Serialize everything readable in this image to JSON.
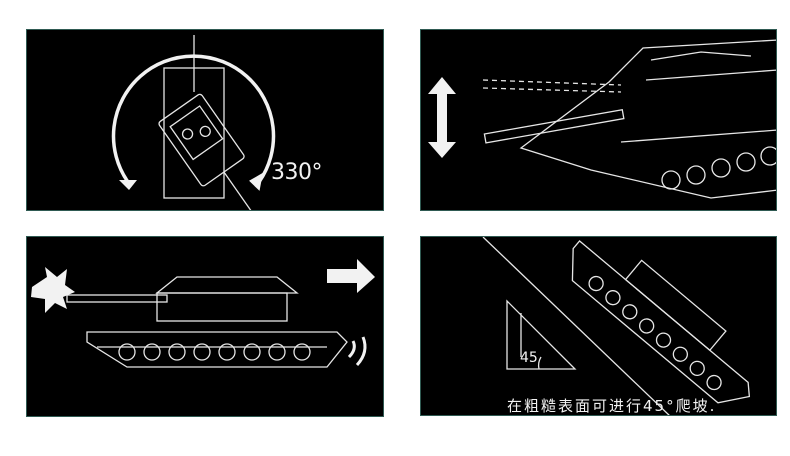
{
  "panels": {
    "rotation": {
      "angle_label": "330°"
    },
    "slope": {
      "angle_label": "45",
      "caption": "在粗糙表面可进行45°爬坡."
    }
  },
  "colors": {
    "background": "#000000",
    "line": "#e6e6e6",
    "border": "#2f5a52"
  },
  "icons": [
    "rotation-arrow-icon",
    "up-down-arrow-icon",
    "muzzle-flash-icon",
    "recoil-arrow-icon",
    "motion-lines-icon",
    "slope-triangle-icon"
  ]
}
